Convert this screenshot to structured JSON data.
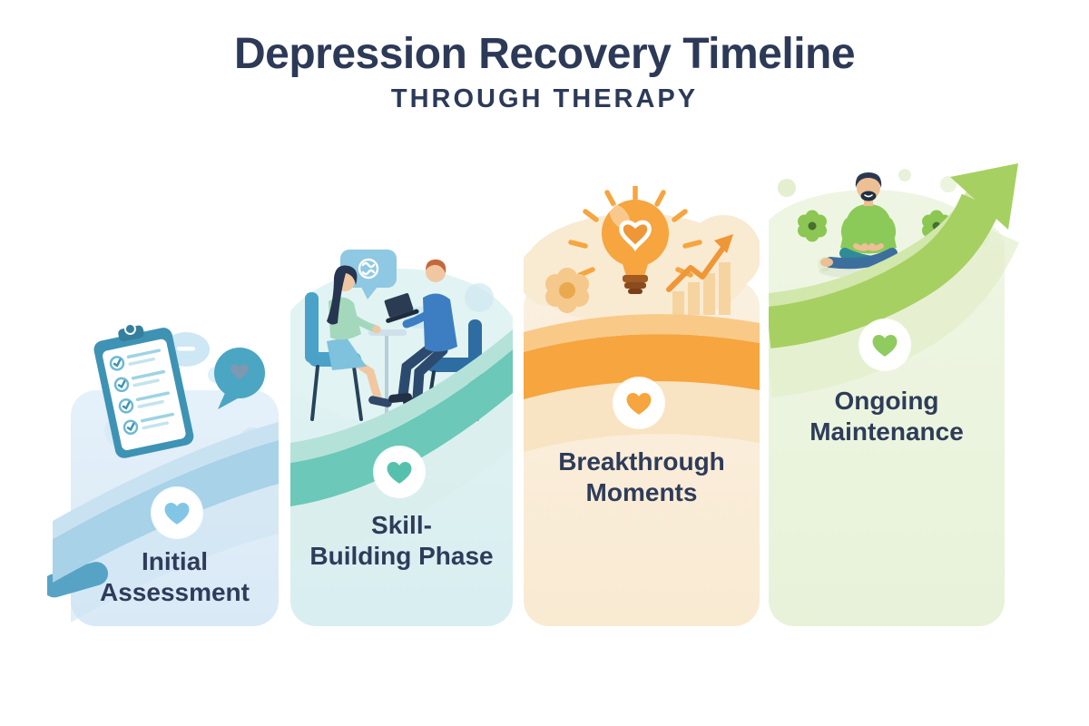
{
  "header": {
    "title": "Depression Recovery Timeline",
    "subtitle": "THROUGH THERAPY"
  },
  "colors": {
    "background": "#ffffff",
    "text_navy": "#2e3c5a"
  },
  "stages": [
    {
      "name": "Initial Assessment",
      "lines": [
        "Initial",
        "Assessment"
      ],
      "icons": [
        "clipboard-checklist",
        "speech-bubble-heart",
        "thought-bubbles"
      ],
      "palette": {
        "bg": "#d9e9f6",
        "bg2": "#e5f1fa",
        "ribbon": "#a7d2e8",
        "ribbon-light": "#c9e2f1",
        "ribbon-pale": "#cfe4f2",
        "ribbon-edge": "#57a3c6",
        "heart": "#82c6e6"
      }
    },
    {
      "name": "Skill-Building Phase",
      "lines": [
        "Skill-",
        "Building Phase"
      ],
      "icons": [
        "therapy-session",
        "brain-speech-bubble"
      ],
      "palette": {
        "bg": "#d8eef0",
        "bg2": "#e2f3f3",
        "ribbon": "#6cc8b8",
        "ribbon-light": "#b4e2d9",
        "ribbon-pale": "#d9efeb",
        "ribbon-edge": "#6cc8b8",
        "heart": "#55c1ac"
      }
    },
    {
      "name": "Breakthrough Moments",
      "lines": [
        "Breakthrough",
        "Moments"
      ],
      "icons": [
        "lightbulb-heart",
        "flower",
        "growth-chart"
      ],
      "palette": {
        "bg": "#f9ead2",
        "bg2": "#faf0e0",
        "ribbon": "#f6a53f",
        "ribbon-light": "#f9c988",
        "ribbon-pale": "#f7dcb2",
        "ribbon-edge": "#f6a53f",
        "heart": "#f6a53f"
      }
    },
    {
      "name": "Ongoing Maintenance",
      "lines": [
        "Ongoing",
        "Maintenance"
      ],
      "icons": [
        "meditating-person",
        "flower-blobs",
        "growth-arrow"
      ],
      "palette": {
        "bg": "#e8f2d9",
        "bg2": "#eef6e3",
        "ribbon": "#a6d061",
        "ribbon-light": "#d2e7ac",
        "ribbon-pale": "#e2eecb",
        "ribbon-edge": "#a6d061",
        "heart": "#8fcb5e"
      }
    }
  ]
}
